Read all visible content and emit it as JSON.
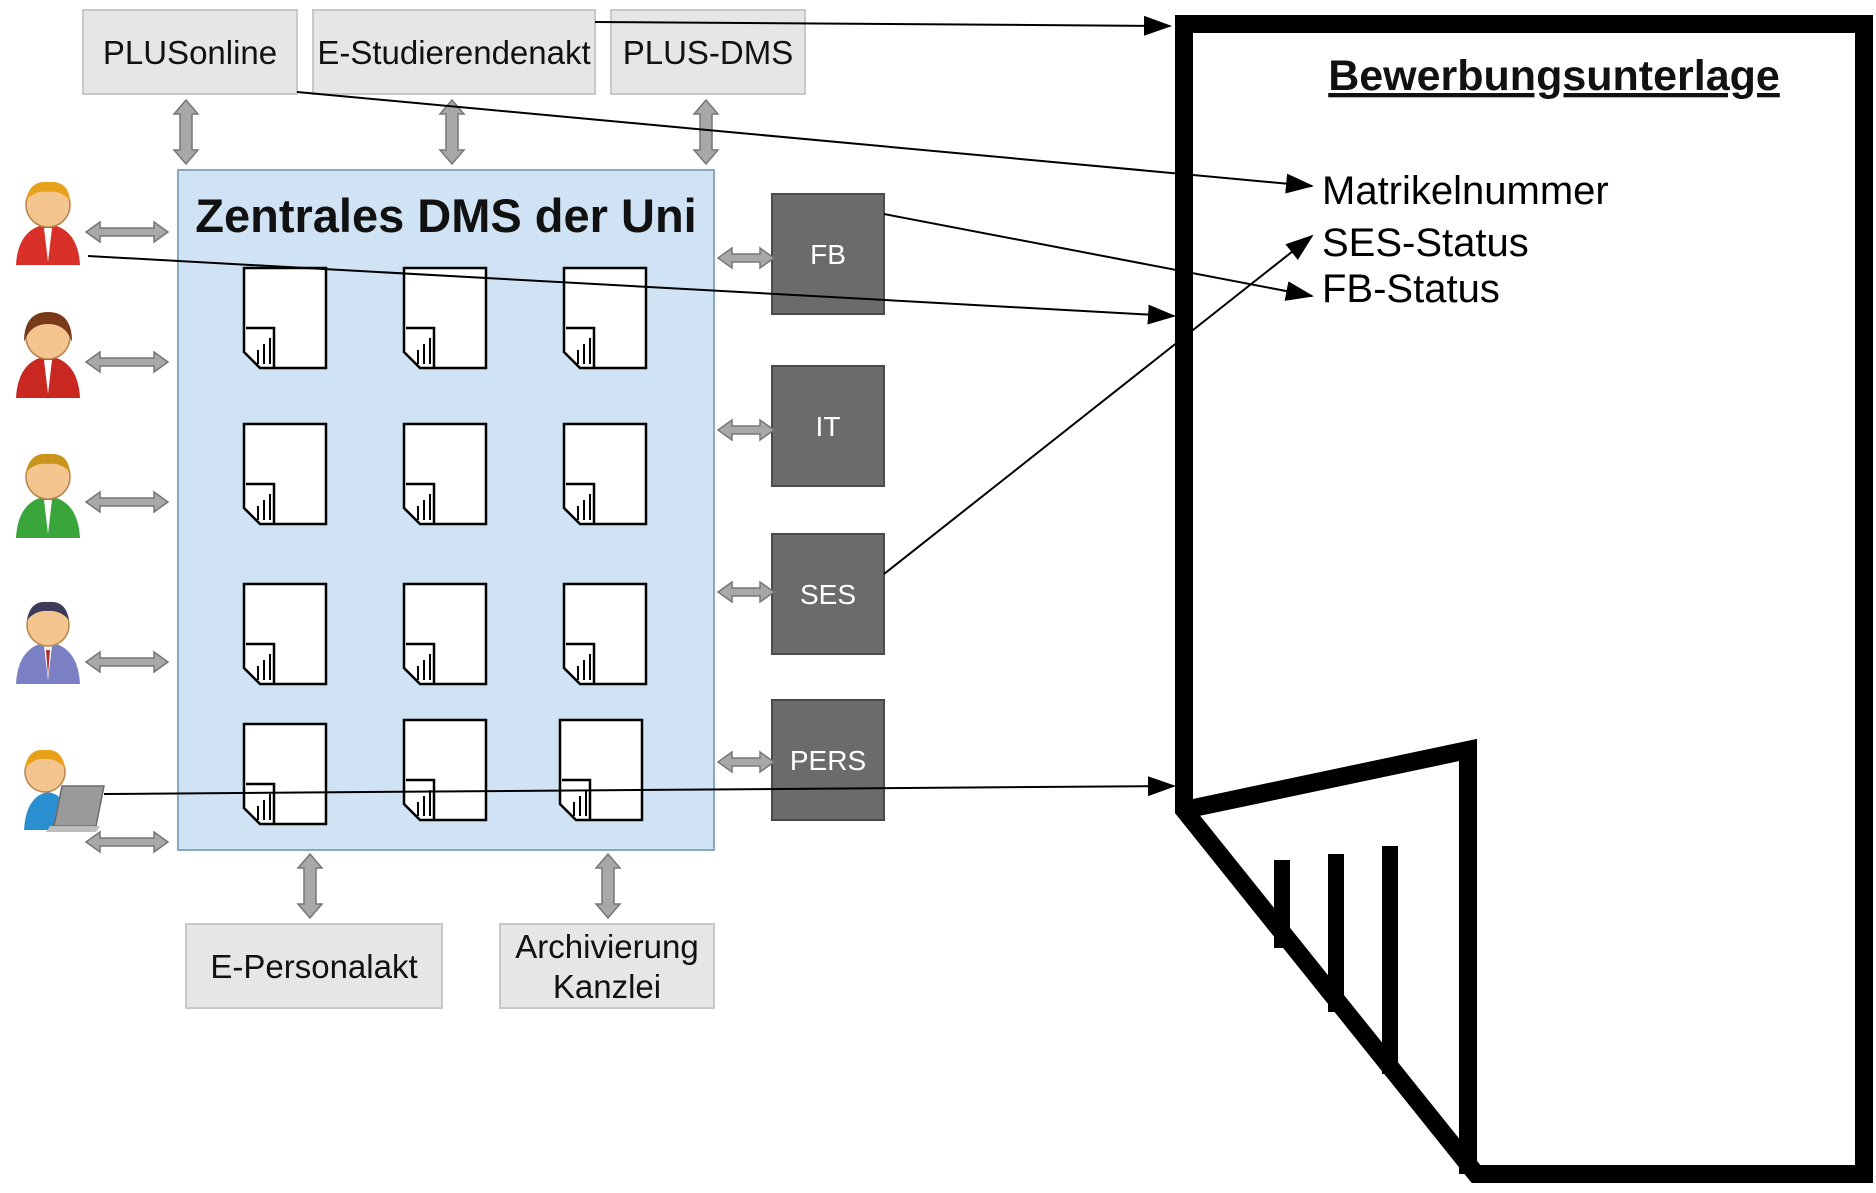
{
  "top_systems": [
    "PLUSonline",
    "E-Studierendenakt",
    "PLUS-DMS"
  ],
  "bottom_systems": [
    {
      "lines": [
        "E-Personalakt"
      ]
    },
    {
      "lines": [
        "Archivierung",
        "Kanzlei"
      ]
    }
  ],
  "central_dms": {
    "title": "Zentrales DMS der Uni"
  },
  "departments": [
    "FB",
    "IT",
    "SES",
    "PERS"
  ],
  "document": {
    "title": "Bewerbungsunterlage",
    "fields": [
      "Matrikelnummer",
      "SES-Status",
      "FB-Status"
    ]
  },
  "users": [
    {
      "icon": "user-red-icon",
      "color": "#d9302a"
    },
    {
      "icon": "user-red-dark-hair-icon",
      "color": "#c8281f"
    },
    {
      "icon": "user-green-icon",
      "color": "#3aa53a"
    },
    {
      "icon": "user-businessman-icon",
      "color": "#7b7fc4"
    },
    {
      "icon": "user-laptop-icon",
      "color": "#2a8fd0"
    }
  ],
  "colors": {
    "dms_fill": "#cfe3f4",
    "system_box": "#e6e6e6",
    "department_box": "#6b6b6b"
  }
}
